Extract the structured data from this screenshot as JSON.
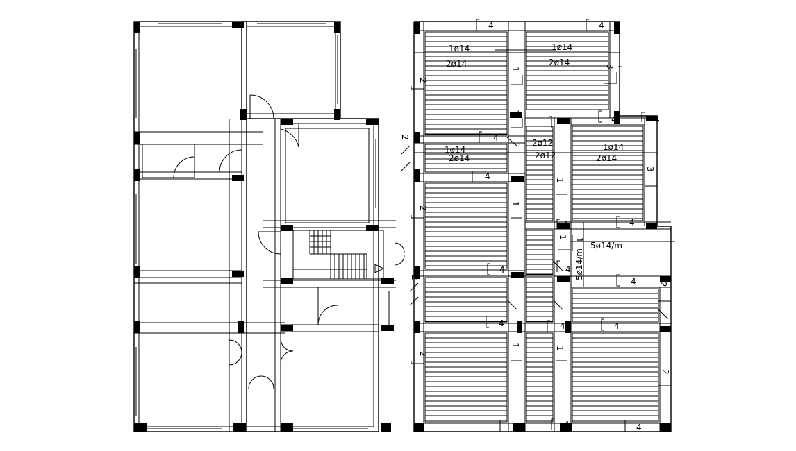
{
  "plan": {
    "reinf": {
      "t_1o14": "1ø14",
      "t_2o14": "2ø14",
      "t_2o12": "2ø12",
      "t_5o14m": "5ø14/m"
    },
    "marks": {
      "m4": "4",
      "m3": "3",
      "m2": "2",
      "m1": "1"
    }
  }
}
